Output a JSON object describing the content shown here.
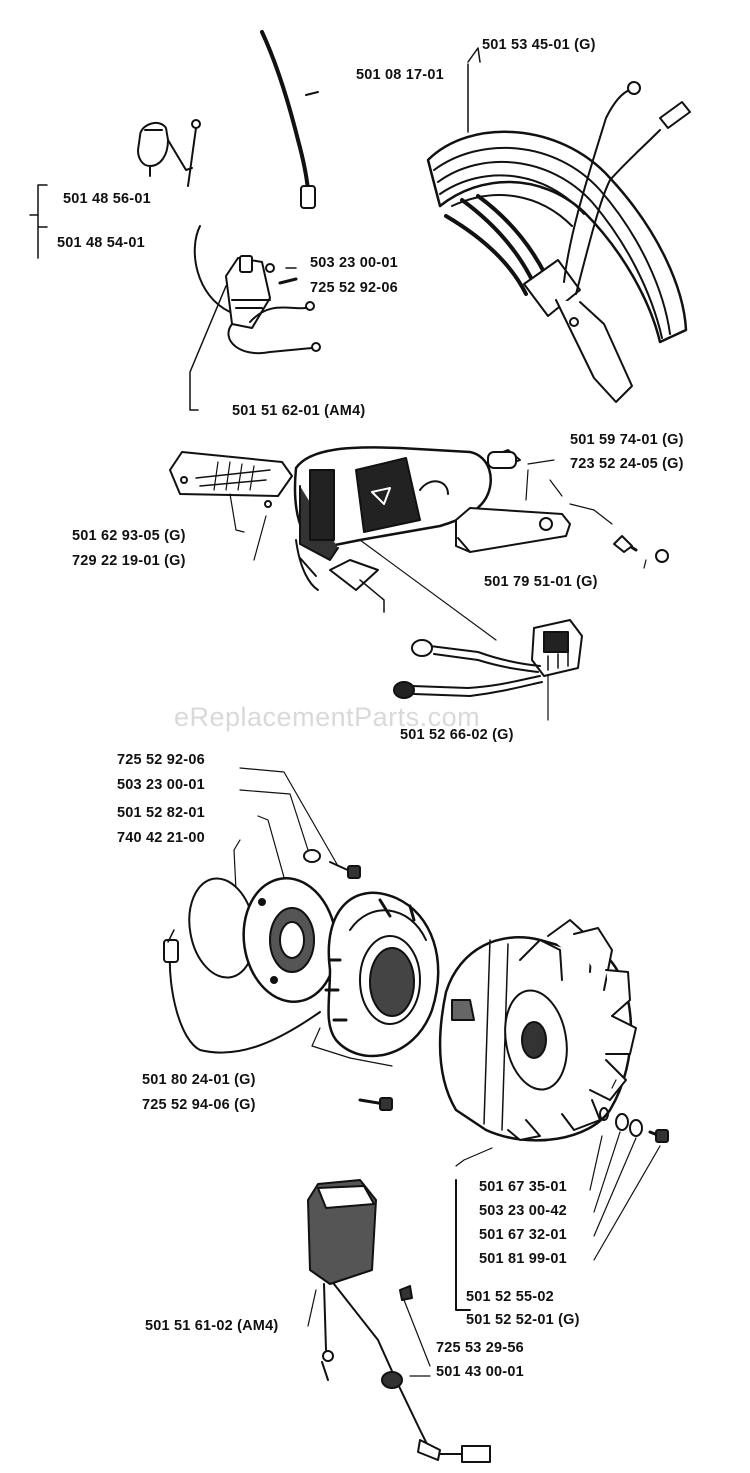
{
  "watermark": "eReplacementParts.com",
  "part_labels": {
    "p1": "501 53 45-01 (G)",
    "p2": "501 08 17-01",
    "p3": "501 48 56-01",
    "p4": "501 48 54-01",
    "p5": "503 23 00-01",
    "p6": "725 52 92-06",
    "p7": "501 51 62-01 (AM4)",
    "p8": "501 59 74-01 (G)",
    "p9": "723 52 24-05 (G)",
    "p10": "501 62 93-05 (G)",
    "p11": "729 22 19-01 (G)",
    "p12": "501 79 51-01 (G)",
    "p13": "501 52 66-02  (G)",
    "p14": "725 52 92-06",
    "p15": "503 23 00-01",
    "p16": "501 52 82-01",
    "p17": "740 42 21-00",
    "p18": "501 80 24-01 (G)",
    "p19": "725 52 94-06 (G)",
    "p20": "501 67 35-01",
    "p21": "503 23 00-42",
    "p22": "501 67 32-01",
    "p23": "501 81 99-01",
    "p24": "501 52 55-02",
    "p25": "501 52 52-01 (G)",
    "p26": "501 51 61-02 (AM4)",
    "p27": "725 53 29-56",
    "p28": "501 43 00-01"
  }
}
